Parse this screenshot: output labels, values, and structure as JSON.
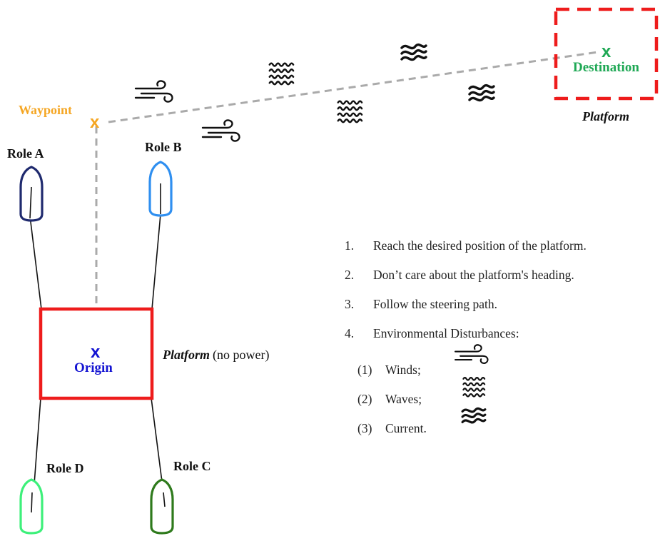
{
  "labels": {
    "waypoint": "Waypoint",
    "waypoint_mark": "x",
    "destination": "Destination",
    "destination_mark": "x",
    "origin": "Origin",
    "origin_mark": "x",
    "platform_top": "Platform",
    "platform_main": "Platform",
    "platform_note": "(no power)",
    "role_a": "Role A",
    "role_b": "Role B",
    "role_c": "Role C",
    "role_d": "Role D"
  },
  "boat_colors": {
    "role_a": "#1f2a6e",
    "role_b": "#2f8ff0",
    "role_c": "#2e7a1c",
    "role_d": "#3df07a"
  },
  "colors": {
    "platform_outline": "#ee1c1c",
    "path": "#aaaaaa",
    "waypoint": "#f5a623",
    "destination": "#1fa855",
    "origin": "#1414d2"
  },
  "icons": {
    "wind": "wind-icon",
    "waves": "waves-icon",
    "current": "current-icon"
  },
  "tasks": [
    {
      "num": "1.",
      "text": "Reach the desired position of the platform."
    },
    {
      "num": "2.",
      "text": "Don’t care about the platform's heading."
    },
    {
      "num": "3.",
      "text": "Follow the steering path."
    },
    {
      "num": "4.",
      "text": "Environmental Disturbances:"
    }
  ],
  "disturbances": [
    {
      "num": "(1)",
      "text": "Winds;",
      "icon": "wind-icon"
    },
    {
      "num": "(2)",
      "text": "Waves;",
      "icon": "waves-icon"
    },
    {
      "num": "(3)",
      "text": "Current.",
      "icon": "current-icon"
    }
  ]
}
